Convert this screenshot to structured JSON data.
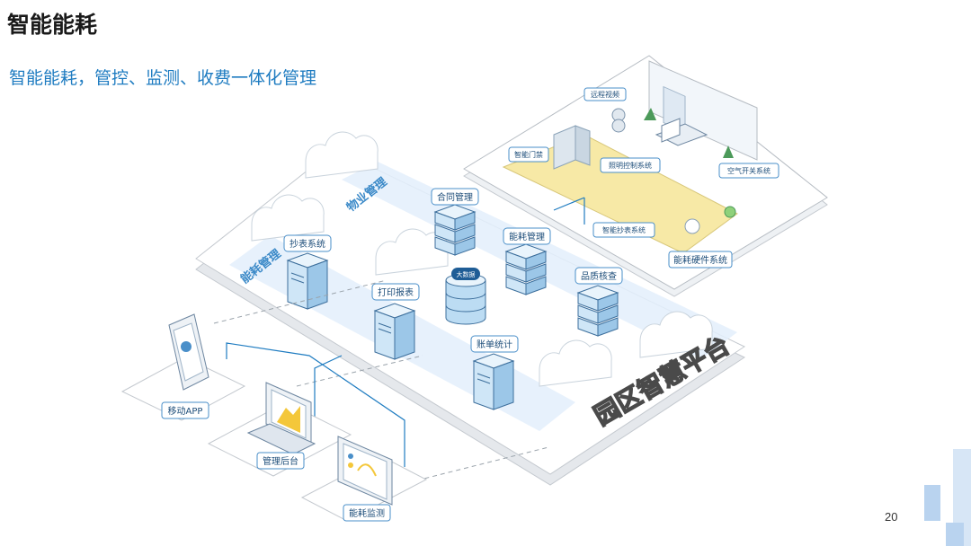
{
  "title": "智能能耗",
  "subtitle": "智能能耗，管控、监测、收费一体化管理",
  "page_number": "20",
  "platform": {
    "name": "园区智慧平台",
    "bands": {
      "energy": "能耗管理",
      "property": "物业管理"
    },
    "nodes": {
      "meter_system": "抄表系统",
      "contract": "合同管理",
      "energy_mgmt": "能耗管理",
      "print_report": "打印报表",
      "big_data": "大数据",
      "quality": "品质核查",
      "billing": "账单统计"
    }
  },
  "building": {
    "remote_video": "远程视频",
    "smart_door": "智能门禁",
    "lighting": "照明控制系统",
    "air_switch": "空气开关系统",
    "smart_meter": "智能抄表系统",
    "hardware": "能耗硬件系统"
  },
  "terminals": {
    "mobile_app": "移动APP",
    "admin_backend": "管理后台",
    "energy_monitor": "能耗监测"
  },
  "colors": {
    "accent": "#1f7cc1",
    "server": "#bcdcf3",
    "floor": "#f7e9a6",
    "deco": "#b9d3ef"
  }
}
